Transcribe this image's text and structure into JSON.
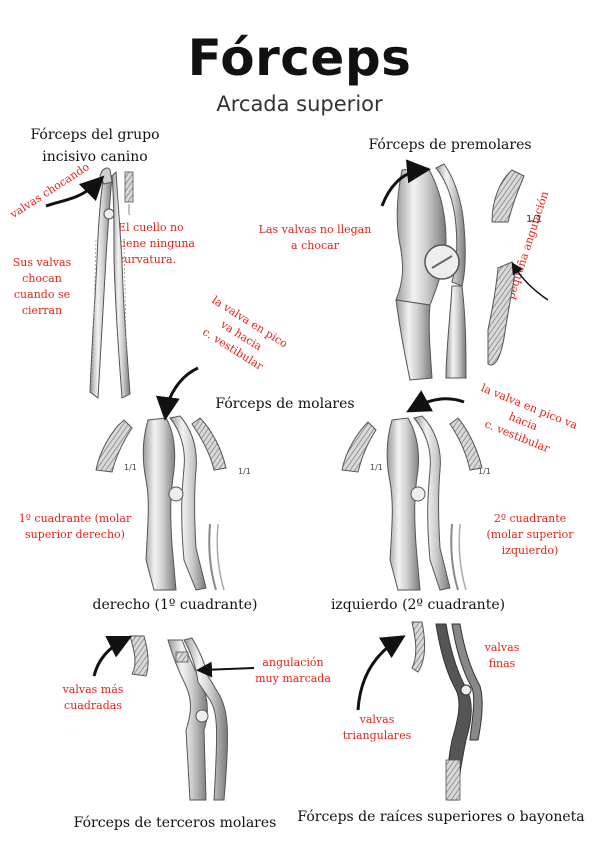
{
  "title": "Fórceps",
  "subtitle": "Arcada superior",
  "sections": {
    "incisivo": {
      "title_line1": "Fórceps del grupo",
      "title_line2": "incisivo canino"
    },
    "premolares": {
      "title": "Fórceps de premolares"
    },
    "molares": {
      "title": "Fórceps de molares",
      "derecho": "derecho (1º cuadrante)",
      "izquierdo": "izquierdo (2º cuadrante)"
    },
    "terceros": {
      "title": "Fórceps de terceros molares"
    },
    "raices": {
      "title": "Fórceps de raíces superiores o bayoneta"
    }
  },
  "notes": {
    "valvas_chocando": "valvas chocando",
    "sus_valvas_1": "Sus valvas",
    "sus_valvas_2": "chocan",
    "sus_valvas_3": "cuando se",
    "sus_valvas_4": "cierran",
    "cuello_1": "El cuello no",
    "cuello_2": "tiene ninguna",
    "cuello_3": "curvatura.",
    "no_llegan_1": "Las valvas no llegan",
    "no_llegan_2": "a chocar",
    "pequena_angulacion": "pequeña angulación",
    "pico_der_1": "la valva en pico",
    "pico_der_2": "va hacia",
    "pico_der_3": "c. vestibular",
    "pico_izq_1": "la valva en pico va",
    "pico_izq_2": "hacia",
    "pico_izq_3": "c. vestibular",
    "cuad1_1": "1º cuadrante (molar",
    "cuad1_2": "superior derecho)",
    "cuad2_1": "2º cuadrante",
    "cuad2_2": "(molar superior",
    "cuad2_3": "izquierdo)",
    "cuadradas_1": "valvas más",
    "cuadradas_2": "cuadradas",
    "angulacion_1": "angulación",
    "angulacion_2": "muy marcada",
    "finas_1": "valvas",
    "finas_2": "finas",
    "triangulares_1": "valvas",
    "triangulares_2": "triangulares"
  },
  "tip_labels": {
    "ratio": "1/1"
  },
  "colors": {
    "note": "#e2231a",
    "text": "#111111",
    "metal_dark": "#6f6f6f",
    "metal_light": "#e6e6e6"
  }
}
